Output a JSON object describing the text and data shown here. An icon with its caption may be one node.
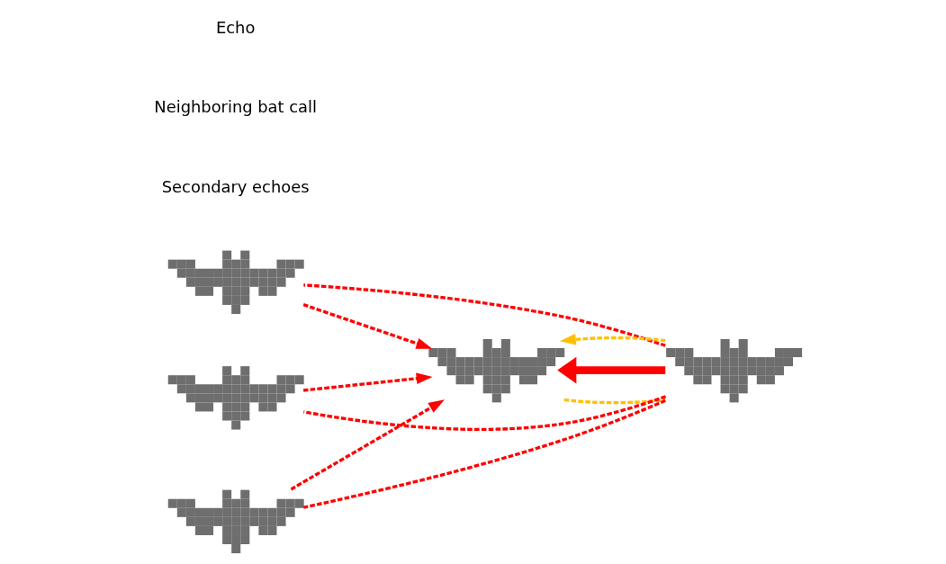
{
  "diagram": {
    "nodes": [
      {
        "text": [],
        "shape": "picture"
      },
      {
        "text": [],
        "shape": "picture"
      },
      {
        "text": [],
        "shape": "picture"
      },
      {
        "text": [],
        "shape": "picture"
      },
      {
        "text": [],
        "shape": "picture"
      }
    ],
    "edges": [
      {
        "from": 4,
        "to": 0,
        "arrow": "none",
        "style": "dashed"
      },
      {
        "from": 0,
        "to": 2,
        "arrow": "to",
        "style": "dashed"
      },
      {
        "from": 4,
        "to": 1,
        "arrow": "none",
        "style": "dashed"
      },
      {
        "from": 1,
        "to": 2,
        "arrow": "to",
        "style": "dashed"
      },
      {
        "from": 4,
        "to": 3,
        "arrow": "none",
        "style": "dashed"
      },
      {
        "from": 3,
        "to": 2,
        "arrow": "to",
        "style": "dashed"
      },
      {
        "from": 4,
        "to": 2,
        "arrow": "to",
        "style": "thick"
      },
      {
        "from": 2,
        "to": 4,
        "arrow": "none",
        "style": "dashed",
        "color": "#ffc000"
      },
      {
        "from": 4,
        "to": 2,
        "arrow": "to",
        "style": "dashed",
        "color": "#ffc000"
      }
    ],
    "legend": [
      {
        "text": "Echo"
      },
      {
        "text": "Neighboring bat call"
      },
      {
        "text": "Secondary echoes"
      }
    ]
  }
}
